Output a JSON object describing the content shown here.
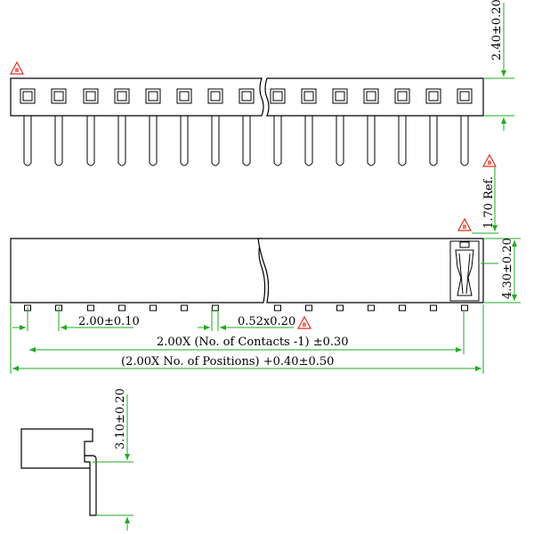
{
  "dimensions": {
    "top_height": "2.40±0.20",
    "ref_height": "1.70 Ref.",
    "side_height": "4.30±0.20",
    "pitch": "2.00±0.10",
    "pin_width": "0.52x0.20",
    "contacts_span": "2.00X (No. of Contacts -1) ±0.30",
    "overall_length": "(2.00X No. of Positions) +0.40±0.50",
    "end_height": "3.10±0.20"
  },
  "revision_flags": {
    "top_left": "B",
    "ref_height": "B",
    "side_end": "B",
    "pin_width": "B"
  }
}
